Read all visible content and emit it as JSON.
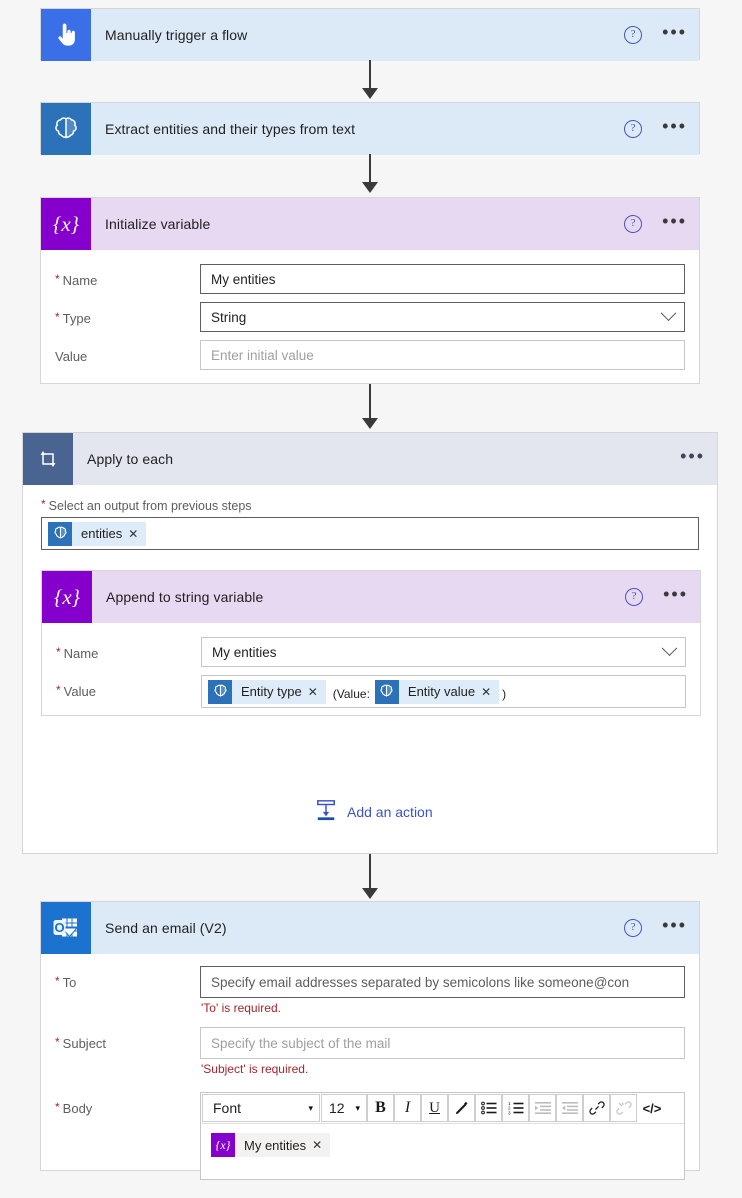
{
  "flow": {
    "steps": [
      {
        "id": "trigger",
        "title": "Manually trigger a flow",
        "icon": "hand-pointer-icon",
        "header_style": "blue",
        "help_label": "?",
        "menu_label": "•••"
      },
      {
        "id": "extract-entities",
        "title": "Extract entities and their types from text",
        "icon": "ai-builder-brain-icon",
        "header_style": "blue",
        "help_label": "?",
        "menu_label": "•••"
      },
      {
        "id": "initialize-variable",
        "title": "Initialize variable",
        "icon": "variable-braces-icon",
        "header_style": "purple",
        "help_label": "?",
        "menu_label": "•••",
        "fields": {
          "name_label": "Name",
          "name_value": "My entities",
          "type_label": "Type",
          "type_value": "String",
          "value_label": "Value",
          "value_placeholder": "Enter initial value"
        }
      },
      {
        "id": "apply-to-each",
        "title": "Apply to each",
        "icon": "loop-foreach-icon",
        "header_style": "grey",
        "menu_label": "•••",
        "output_label": "Select an output from previous steps",
        "output_token": "entities",
        "add_action_label": "Add an action",
        "inner": {
          "id": "append-to-string-variable",
          "title": "Append to string variable",
          "icon": "variable-braces-icon",
          "header_style": "purple",
          "help_label": "?",
          "menu_label": "•••",
          "name_label": "Name",
          "name_value": "My entities",
          "value_label": "Value",
          "value_tokens": [
            {
              "text": "Entity type",
              "icon": "ai-builder-brain-icon"
            },
            {
              "text": "Entity value",
              "icon": "ai-builder-brain-icon"
            }
          ],
          "value_sep_open": "(Value:",
          "value_sep_close": ")"
        }
      },
      {
        "id": "send-an-email",
        "title": "Send an email (V2)",
        "icon": "outlook-icon",
        "header_style": "blue",
        "help_label": "?",
        "menu_label": "•••",
        "fields": {
          "to_label": "To",
          "to_placeholder": "Specify email addresses separated by semicolons like someone@con",
          "to_error": "'To' is required.",
          "subject_label": "Subject",
          "subject_placeholder": "Specify the subject of the mail",
          "subject_error": "'Subject' is required.",
          "body_label": "Body",
          "body_token": "My entities"
        }
      }
    ]
  },
  "editor_toolbar": {
    "font_value": "Font",
    "size_value": "12",
    "caret": "▾",
    "buttons": [
      {
        "name": "bold-icon",
        "glyph": "B"
      },
      {
        "name": "italic-icon",
        "glyph": "I"
      },
      {
        "name": "underline-icon",
        "glyph": "U"
      },
      {
        "name": "highlight-pen-icon",
        "glyph": "✎"
      },
      {
        "name": "bulleted-list-icon",
        "glyph": "☰"
      },
      {
        "name": "numbered-list-icon",
        "glyph": "☰"
      },
      {
        "name": "indent-icon",
        "glyph": "→"
      },
      {
        "name": "outdent-icon",
        "glyph": "←"
      },
      {
        "name": "link-icon",
        "glyph": "🔗"
      },
      {
        "name": "unlink-icon",
        "glyph": "🔗"
      },
      {
        "name": "code-view-icon",
        "glyph": "</>"
      }
    ]
  },
  "colors": {
    "trigger_icon_bg": "#3a6fe8",
    "ai_builder_icon_bg": "#2b72b9",
    "variable_icon_bg": "#8500cc",
    "loop_icon_bg": "#4a6491",
    "outlook_icon_bg": "#1b72cf",
    "header_blue": "#dceaf7",
    "header_purple": "#e8d9f2",
    "header_grey": "#e3e6ef",
    "token_chip_bg": "#deecf9",
    "required_red": "#a4262c",
    "link_blue": "#3a53c5"
  },
  "chip_close_glyph": "✕"
}
